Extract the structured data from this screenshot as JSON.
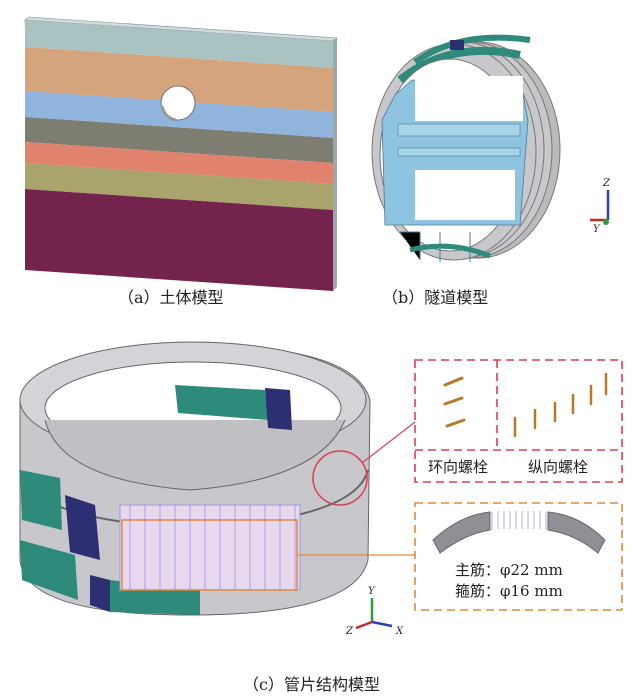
{
  "panels": {
    "a": {
      "caption": "（a）土体模型"
    },
    "b": {
      "caption": "（b）隧道模型",
      "axes": {
        "z": "Z",
        "y": "Y"
      }
    },
    "c": {
      "caption": "（c）管片结构模型",
      "axes": {
        "y": "Y",
        "z": "Z",
        "x": "X"
      },
      "bolt_labels": {
        "circumferential": "环向螺栓",
        "longitudinal": "纵向螺栓"
      },
      "rebar": {
        "main": "主筋：φ22 mm",
        "stirrup": "箍筋：φ16 mm"
      }
    }
  },
  "colors": {
    "soil_layers": [
      "#a9c3c3",
      "#d4a47c",
      "#90b4dc",
      "#7d7d72",
      "#e0826e",
      "#a8a46c",
      "#74244c"
    ],
    "segment_gray": "#c8c8cc",
    "segment_teal": "#2e8a7a",
    "segment_navy": "#2e2e72",
    "frame_blue": "#8ec4e0",
    "bolt_box": "#d8404f",
    "rebar_box": "#e08a3c"
  }
}
